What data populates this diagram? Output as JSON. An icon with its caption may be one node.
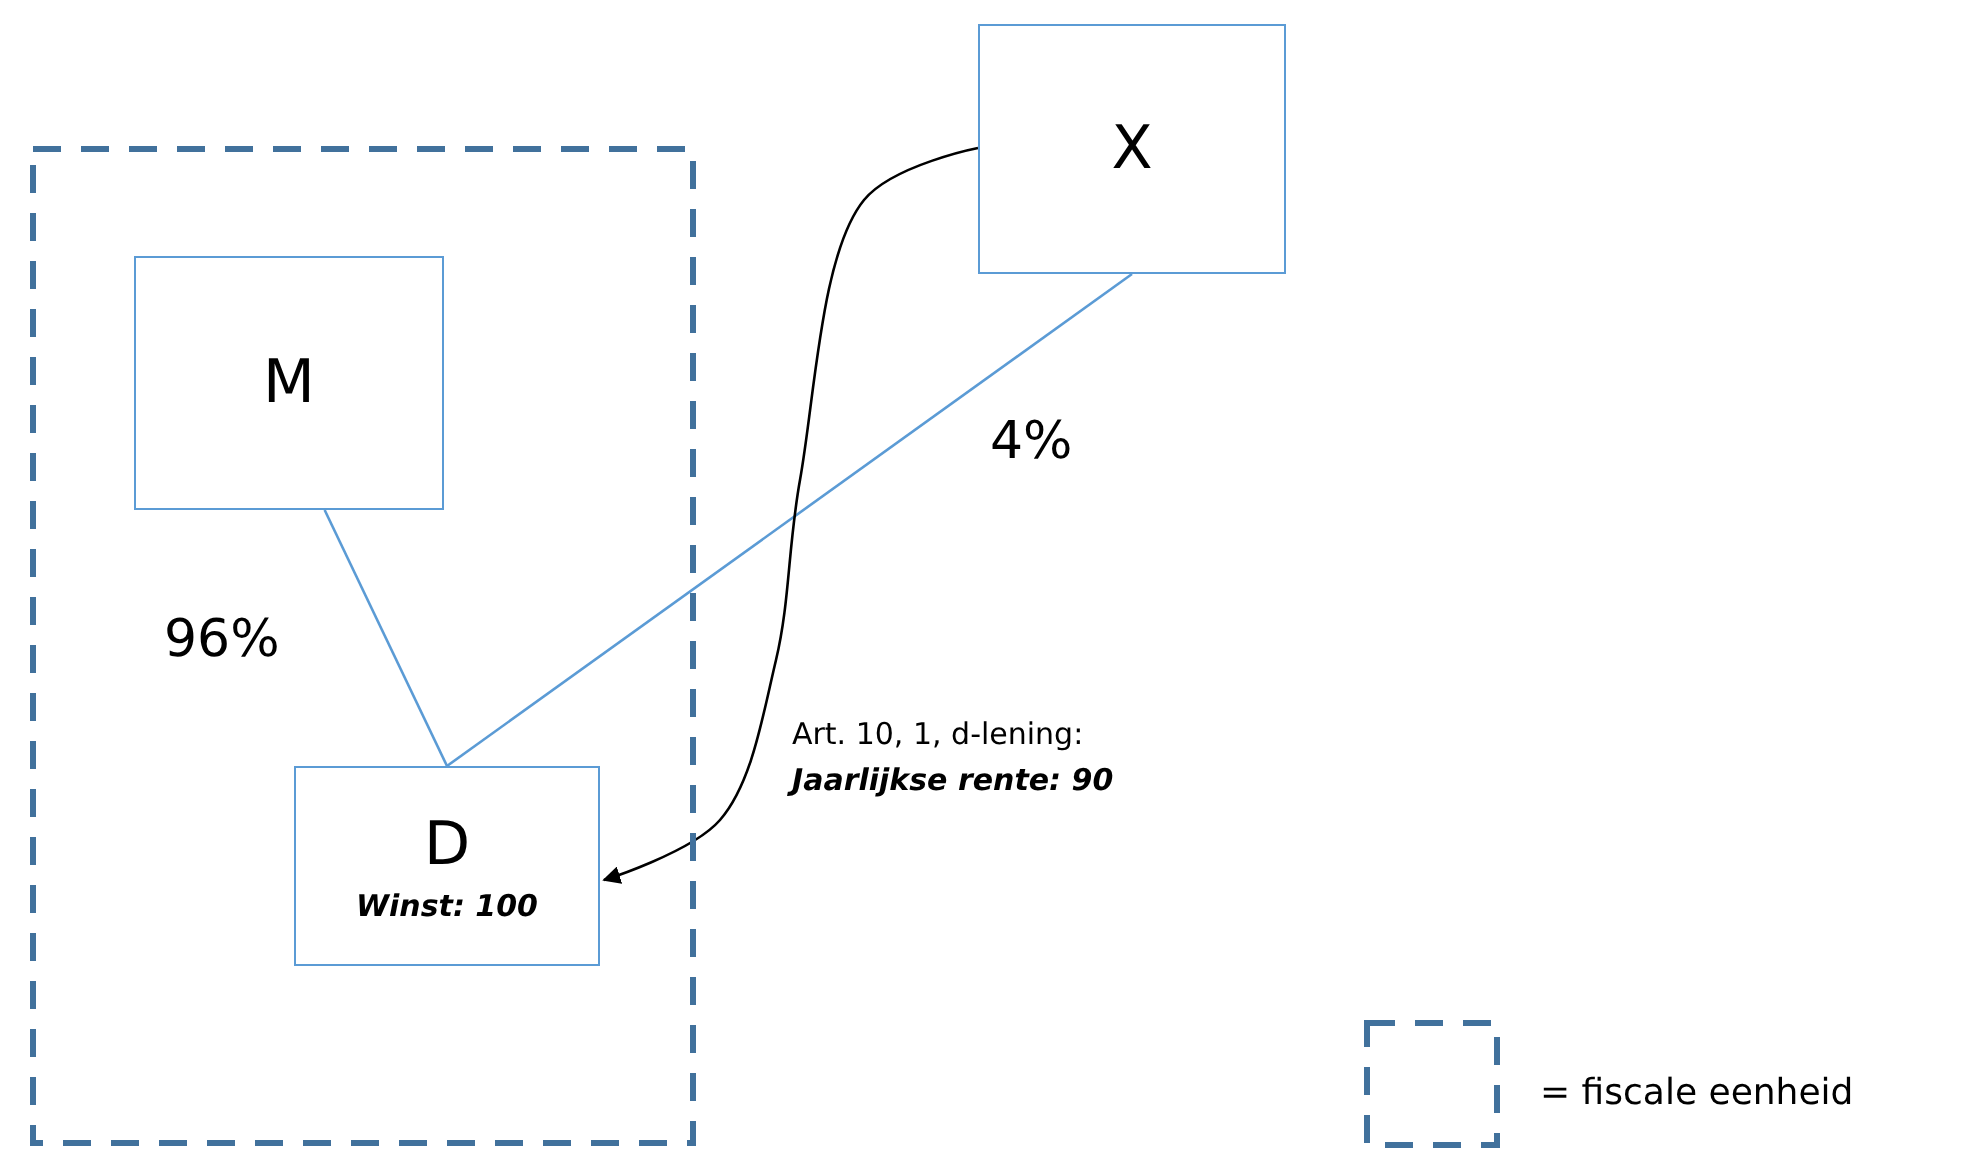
{
  "diagram": {
    "nodes": [
      {
        "text": [],
        "shape": "box"
      },
      {
        "text": [
          "M"
        ],
        "in": 0
      },
      {
        "text": [
          "D",
          "Winst: 100"
        ],
        "in": 0
      },
      {
        "text": [
          "X"
        ]
      }
    ],
    "edges": [
      {
        "from": 1,
        "to": 2,
        "arrow": "none",
        "label": "96%"
      },
      {
        "from": 3,
        "to": 2,
        "arrow": "none",
        "label": "4%"
      },
      {
        "from": 3,
        "to": 2,
        "arrow": "to",
        "label": "Art. 10, 1, d-lening: *Jaarlijkse rente: 90*",
        "color": "#000000"
      }
    ],
    "legend": [
      {
        "text": "= fiscale eenheid"
      }
    ]
  }
}
